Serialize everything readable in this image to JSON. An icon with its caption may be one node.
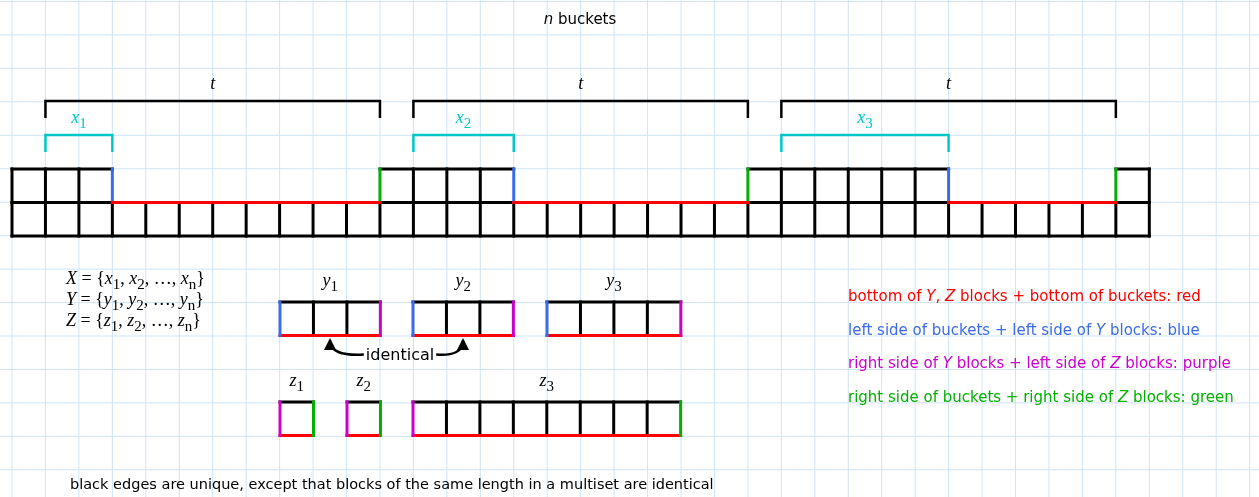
{
  "diagram": {
    "title": "*n* buckets",
    "caption": "black edges are unique, except that blocks of the same length in a multiset are identical",
    "nodes": [
      {
        "text": [
          "*y*$_{1}$"
        ]
      },
      {
        "text": [
          "*y*$_{2}$"
        ]
      },
      {
        "text": [
          "*y*$_{3}$"
        ]
      },
      {
        "text": [
          "*z*$_{1}$"
        ]
      },
      {
        "text": [
          "*z*$_{2}$"
        ]
      },
      {
        "text": [
          "*z*$_{3}$"
        ]
      },
      {
        "text": [
          "identical"
        ]
      }
    ],
    "edges": [
      {
        "from": 6,
        "to": 0,
        "arrow": "to"
      },
      {
        "from": 6,
        "to": 1,
        "arrow": "to"
      }
    ],
    "labels": [
      "*t*",
      "*t*",
      "*t*",
      "*x*$_{1}$",
      "*x*$_{2}$",
      "*x*$_{3}$",
      "*X* = {*x*$_{1}$, *x*$_{2}$, …, *x*$_{n}$}",
      "*Y* = {*y*$_{1}$, *y*$_{2}$, …, *y*$_{n}$}",
      "*Z* = {*z*$_{1}$, *z*$_{2}$, …, *z*$_{n}$}"
    ],
    "legend": [
      {
        "text": "bottom of *Y*, *Z* blocks + bottom of buckets: red",
        "color": "#ff0000"
      },
      {
        "text": "left side of buckets + left side of *Y* blocks: blue",
        "color": "#3a6bea"
      },
      {
        "text": "right side of *Y* blocks + left side of *Z* blocks: purple",
        "color": "#cc00cc"
      },
      {
        "text": "right side of buckets + right side of *Z* blocks: green",
        "color": "#00b000"
      }
    ]
  }
}
